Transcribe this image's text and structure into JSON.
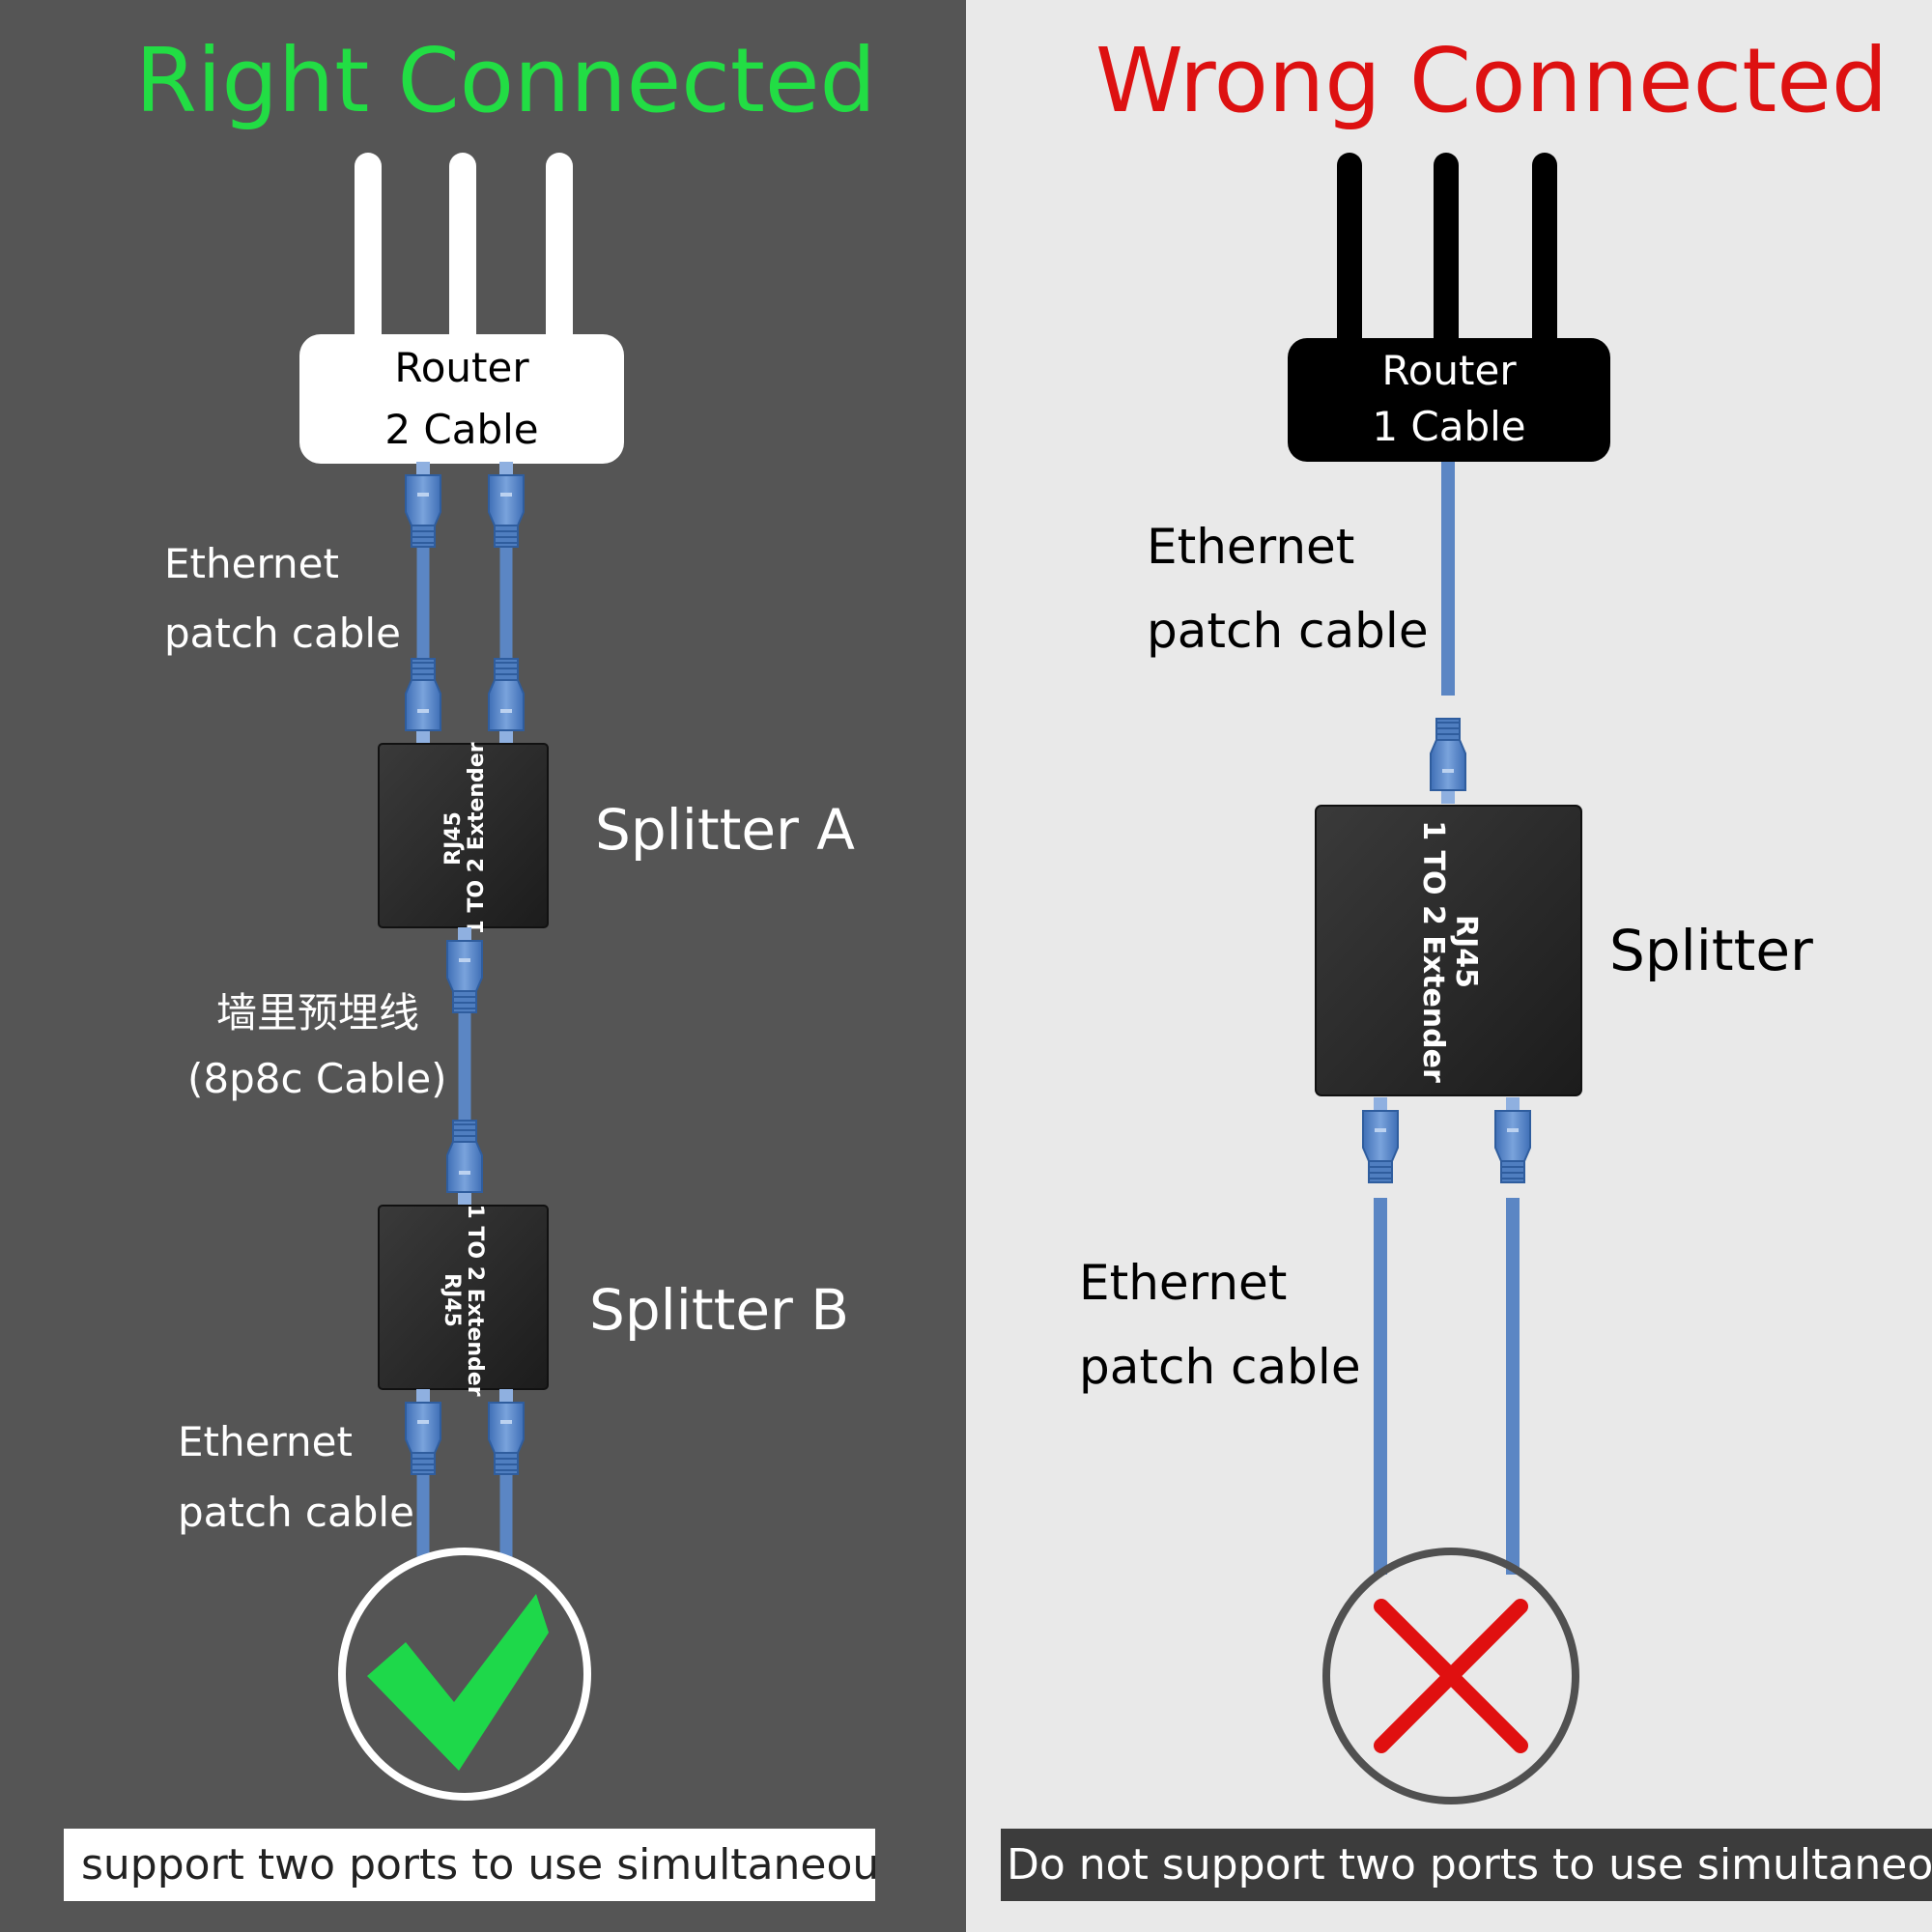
{
  "left": {
    "title": "Right Connected",
    "router": {
      "line1": "Router",
      "line2": "2 Cable"
    },
    "labels": {
      "eth_top_1": "Ethernet",
      "eth_top_2": "patch cable",
      "splitter_a": "Splitter A",
      "wall_1": "墙里预埋线",
      "wall_2": "(8p8c Cable)",
      "splitter_b": "Splitter B",
      "eth_bottom_1": "Ethernet",
      "eth_bottom_2": "patch cable"
    },
    "device_a": {
      "line1": "RJ45",
      "line2": "1 TO 2 Extender"
    },
    "device_b": {
      "line1": "RJ45",
      "line2": "1 TO 2 Extender"
    },
    "banner": "support two ports to use simultaneously",
    "result_icon": "check-icon"
  },
  "right": {
    "title": "Wrong Connected",
    "router": {
      "line1": "Router",
      "line2": "1 Cable"
    },
    "labels": {
      "eth_top_1": "Ethernet",
      "eth_top_2": "patch cable",
      "splitter": "Splitter",
      "eth_bottom_1": "Ethernet",
      "eth_bottom_2": "patch cable"
    },
    "device": {
      "line1": "RJ45",
      "line2": "1 TO 2 Extender"
    },
    "banner": "Do not support two ports to use simultaneously",
    "result_icon": "cross-icon"
  },
  "colors": {
    "right_title": "#22dd44",
    "wrong_title": "#dd1111",
    "cable": "#5b86c4",
    "check": "#1ed84a",
    "cross": "#e01010",
    "left_background": "#555555",
    "right_background": "#e9e9e9"
  }
}
